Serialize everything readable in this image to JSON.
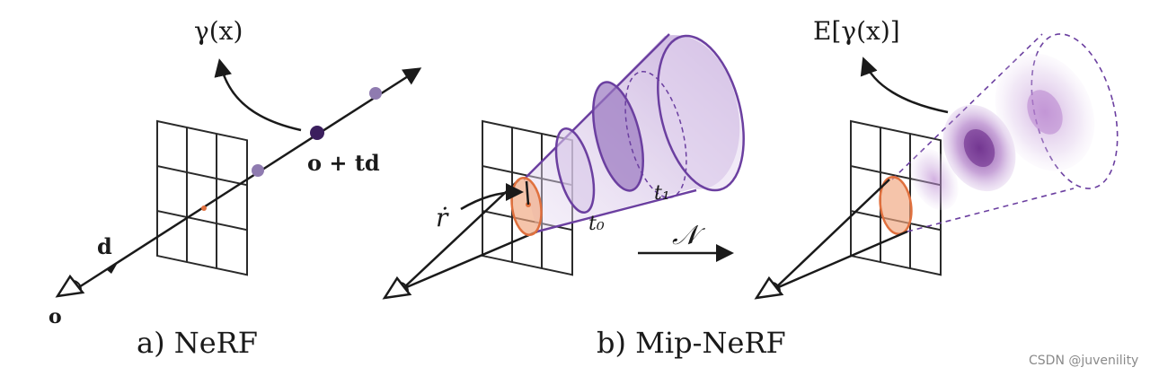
{
  "panels": {
    "nerf": {
      "caption": "a) NeRF",
      "labels": {
        "encoding": "γ(x)",
        "point": "o + td",
        "direction": "d",
        "origin": "o"
      }
    },
    "mipnerf": {
      "caption": "b) Mip-NeRF",
      "labels": {
        "radius": "ṙ",
        "t0": "t₀",
        "t1": "t₁",
        "normal": "𝒩",
        "expected_encoding": "E[γ(x)]"
      }
    }
  },
  "watermark": "CSDN @juvenility",
  "colors": {
    "ray": "#1a1a1a",
    "sample_point": "#3b1f5e",
    "sample_faint": "#8f7bb0",
    "cone_fill": "#c9b3dd",
    "cone_stroke": "#6b3fa0",
    "pixel_footprint": "#e0703e",
    "gaussian": "#8a4aa8"
  }
}
